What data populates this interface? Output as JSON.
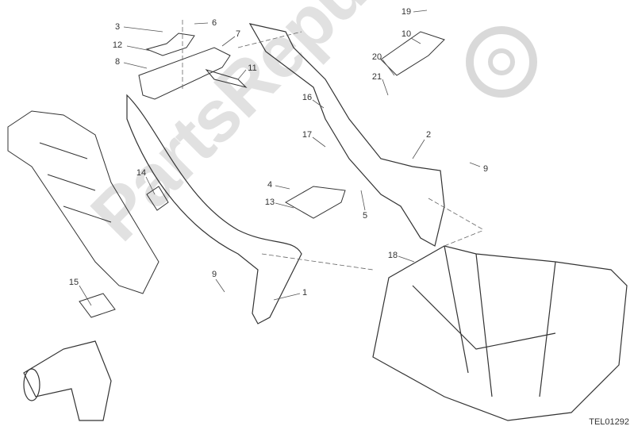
{
  "diagram": {
    "drawing_code": "TEL01292",
    "watermark": "PartsRepublik",
    "callouts": [
      {
        "id": "c3",
        "label": "3"
      },
      {
        "id": "c6",
        "label": "6"
      },
      {
        "id": "c12",
        "label": "12"
      },
      {
        "id": "c7",
        "label": "7"
      },
      {
        "id": "c8",
        "label": "8"
      },
      {
        "id": "c11",
        "label": "11"
      },
      {
        "id": "c19",
        "label": "19"
      },
      {
        "id": "c10",
        "label": "10"
      },
      {
        "id": "c20",
        "label": "20"
      },
      {
        "id": "c21",
        "label": "21"
      },
      {
        "id": "c16",
        "label": "16"
      },
      {
        "id": "c17",
        "label": "17"
      },
      {
        "id": "c2",
        "label": "2"
      },
      {
        "id": "c9a",
        "label": "9"
      },
      {
        "id": "c14",
        "label": "14"
      },
      {
        "id": "c4",
        "label": "4"
      },
      {
        "id": "c13",
        "label": "13"
      },
      {
        "id": "c5",
        "label": "5"
      },
      {
        "id": "c18",
        "label": "18"
      },
      {
        "id": "c9b",
        "label": "9"
      },
      {
        "id": "c15",
        "label": "15"
      },
      {
        "id": "c1",
        "label": "1"
      }
    ]
  }
}
